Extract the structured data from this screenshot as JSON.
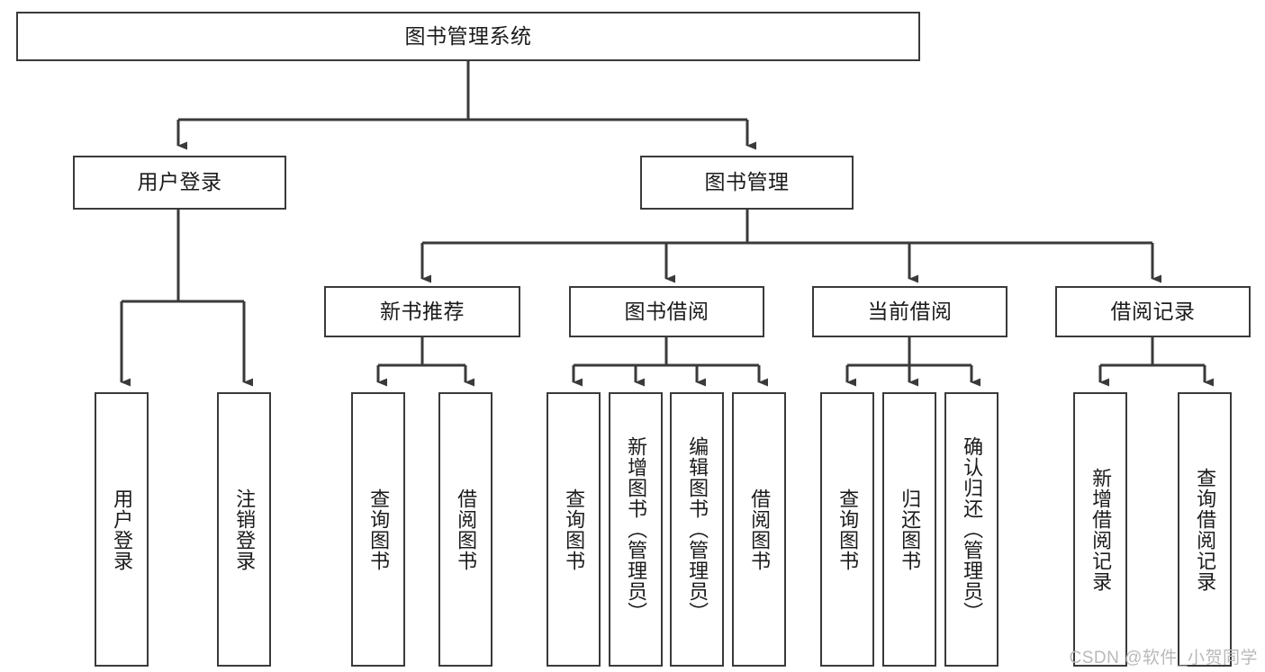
{
  "diagram": {
    "type": "tree-hierarchy",
    "title": "图书管理系统",
    "orientation": "top-down",
    "colors": {
      "box_border": "#3a3a3a",
      "box_fill": "#ffffff",
      "connector": "#3a3a3a",
      "text": "#1b1b1b",
      "watermark": "#b9b9b9",
      "background": "#ffffff"
    },
    "root": {
      "label": "图书管理系统"
    },
    "level2": [
      {
        "label": "用户登录"
      },
      {
        "label": "图书管理"
      }
    ],
    "level3": [
      {
        "label": "新书推荐"
      },
      {
        "label": "图书借阅"
      },
      {
        "label": "当前借阅"
      },
      {
        "label": "借阅记录"
      }
    ],
    "leaves": {
      "user_login": [
        {
          "label": "用户登录"
        },
        {
          "label": "注销登录"
        }
      ],
      "new_book_recommend": [
        {
          "label": "查询图书"
        },
        {
          "label": "借阅图书"
        }
      ],
      "book_borrow": [
        {
          "label": "查询图书"
        },
        {
          "label": "新增图书（管理员）"
        },
        {
          "label": "编辑图书（管理员）"
        },
        {
          "label": "借阅图书"
        }
      ],
      "current_borrow": [
        {
          "label": "查询图书"
        },
        {
          "label": "归还图书"
        },
        {
          "label": "确认归还（管理员）"
        }
      ],
      "borrow_record": [
        {
          "label": "新增借阅记录"
        },
        {
          "label": "查询借阅记录"
        }
      ]
    }
  },
  "watermark": {
    "text": "CSDN @软件_小贺同学"
  }
}
